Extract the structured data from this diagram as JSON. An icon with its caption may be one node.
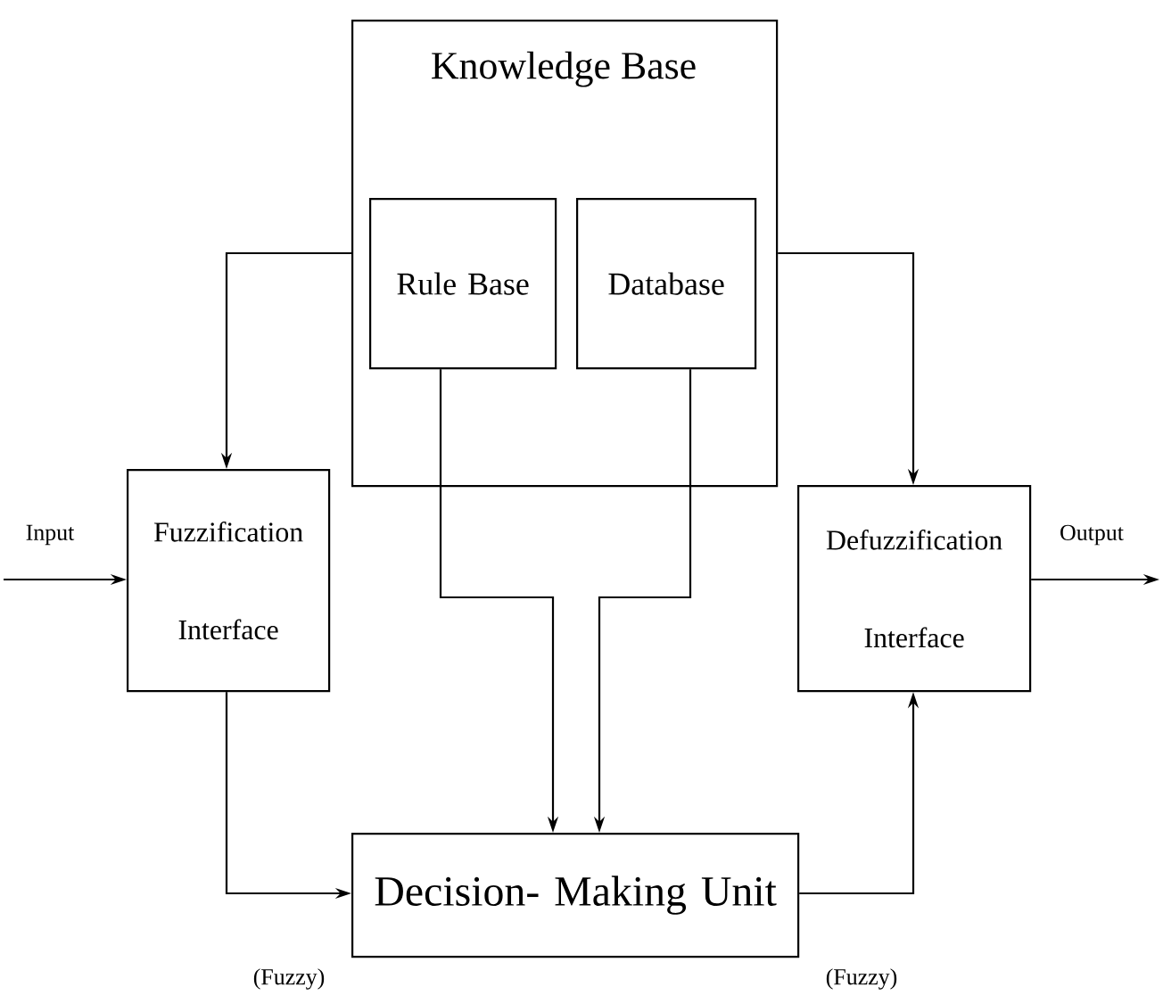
{
  "diagram": {
    "nodes": [
      {
        "text": [
          "Knowledge Base"
        ]
      },
      {
        "text": [
          "Rule Base"
        ],
        "in": 0
      },
      {
        "text": [
          "Database"
        ],
        "in": 0
      },
      {
        "text": [
          "Fuzzification Interface"
        ]
      },
      {
        "text": [
          "Defuzzification Interface"
        ]
      },
      {
        "text": [
          "Decision- Making Unit"
        ]
      }
    ],
    "edges": [
      {
        "from": 0,
        "to": 3,
        "arrow": "to"
      },
      {
        "from": 0,
        "to": 4,
        "arrow": "to"
      },
      {
        "from": 1,
        "to": 5,
        "arrow": "to"
      },
      {
        "from": 2,
        "to": 5,
        "arrow": "to"
      },
      {
        "from": null,
        "to": 3,
        "arrow": "to",
        "label": "Input"
      },
      {
        "from": 3,
        "to": 5,
        "arrow": "to"
      },
      {
        "from": 5,
        "to": 4,
        "arrow": "to"
      },
      {
        "from": 4,
        "to": null,
        "arrow": "to",
        "label": "Output"
      }
    ],
    "labels": [
      "(Fuzzy)",
      "(Fuzzy)"
    ]
  }
}
